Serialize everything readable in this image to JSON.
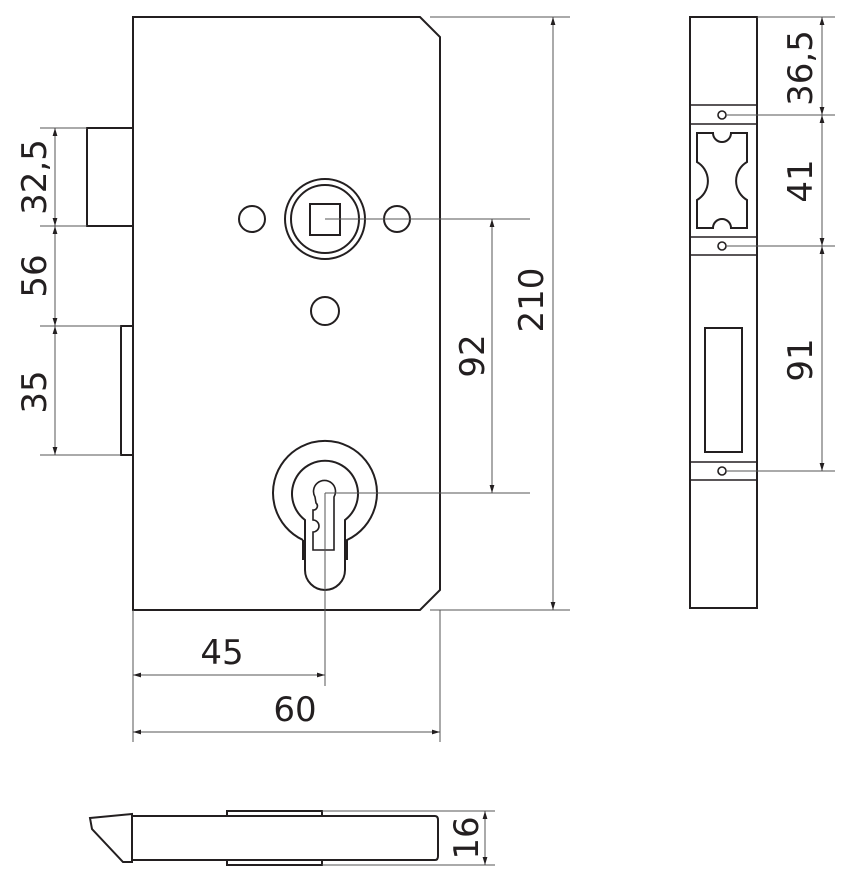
{
  "dimensions": {
    "latch_height": "32,5",
    "latch_to_bolt": "56",
    "bolt_height": "35",
    "spindle_to_cylinder": "92",
    "case_height": "210",
    "backset": "45",
    "case_depth": "60",
    "faceplate_top": "36,5",
    "latch_opening": "41",
    "opening_spacing": "91",
    "bolt_thickness": "16"
  },
  "colors": {
    "line": "#231f20",
    "dimension": "#555555"
  }
}
